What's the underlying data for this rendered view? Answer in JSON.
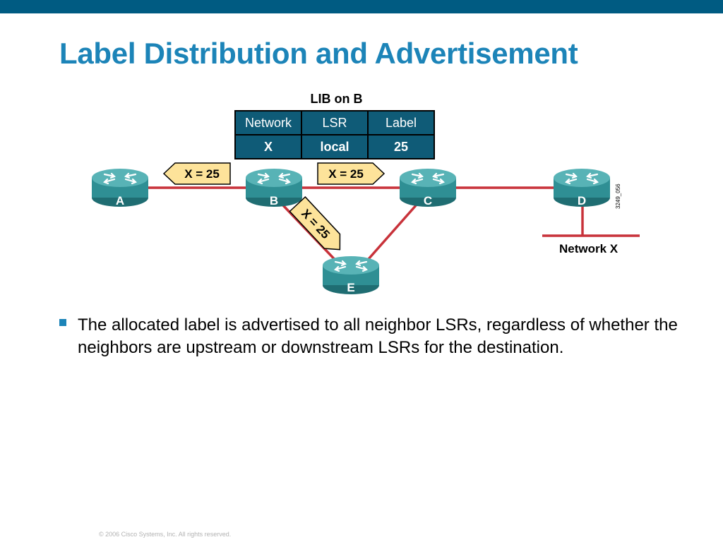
{
  "title": "Label Distribution and Advertisement",
  "lib": {
    "caption": "LIB on B",
    "headers": [
      "Network",
      "LSR",
      "Label"
    ],
    "row": [
      "X",
      "local",
      "25"
    ]
  },
  "routers": {
    "a": "A",
    "b": "B",
    "c": "C",
    "d": "D",
    "e": "E"
  },
  "advertisements": {
    "to_a": "X = 25",
    "to_c": "X = 25",
    "to_e": "X = 25"
  },
  "network_label": "Network X",
  "figure_id": "3249_056",
  "bullet": "The allocated label is advertised to all neighbor LSRs, regardless of whether the neighbors are upstream or downstream LSRs for the destination.",
  "footer": "© 2006 Cisco Systems, Inc. All rights reserved.",
  "colors": {
    "title": "#1c84b8",
    "top_bar": "#005b82",
    "router": "#2f8f94",
    "link": "#c8323a",
    "tag_fill": "#fde39a",
    "table_fill": "#0f5b77"
  }
}
